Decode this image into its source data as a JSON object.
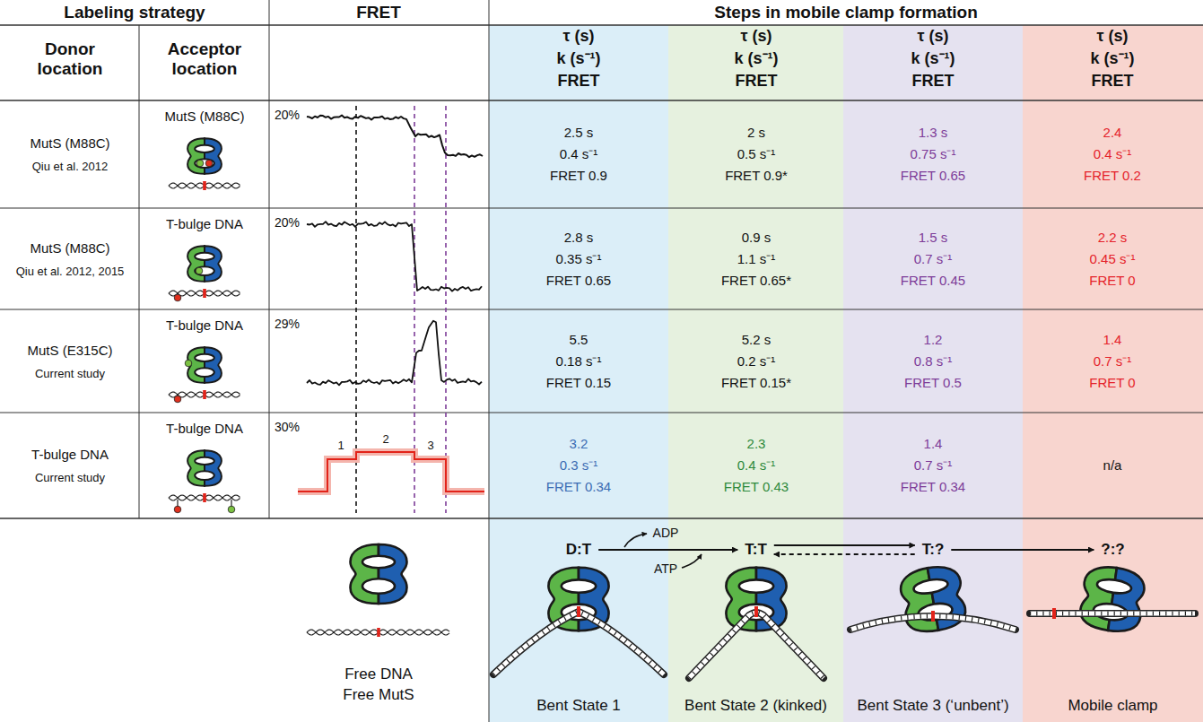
{
  "diagram": {
    "nodes": [
      {
        "text": [
          "Bent State 1"
        ]
      },
      {
        "text": [
          "D:T"
        ],
        "in": 0
      },
      {
        "text": [
          "Bent State 2 (kinked)"
        ]
      },
      {
        "text": [
          "T:T"
        ],
        "in": 2
      },
      {
        "text": [
          "Bent State 3 (‘unbent’)"
        ]
      },
      {
        "text": [
          "T:?"
        ],
        "in": 4
      },
      {
        "text": [
          "Mobile clamp"
        ]
      },
      {
        "text": [
          "?:?"
        ],
        "in": 6
      }
    ],
    "edges": [
      {
        "from": 1,
        "to": 3,
        "arrow": "to"
      },
      {
        "from": 3,
        "to": 5,
        "arrow": "to"
      },
      {
        "from": 5,
        "to": 3,
        "arrow": "to"
      },
      {
        "from": 5,
        "to": 7,
        "arrow": "to"
      }
    ],
    "labels": [
      "Labeling strategy",
      "FRET",
      "Steps in mobile clamp formation",
      "Donor location",
      "Acceptor location",
      "τ (s)",
      "k (s⁻¹)",
      "FRET",
      "τ (s)",
      "k (s⁻¹)",
      "FRET",
      "τ (s)",
      "k (s⁻¹)",
      "FRET",
      "τ (s)",
      "k (s⁻¹)",
      "FRET",
      "MutS (M88C)",
      "Qiu et al. 2012",
      "MutS (M88C)",
      "20%",
      "2.5 s",
      "0.4 s⁻¹",
      "FRET 0.9",
      "2 s",
      "0.5 s⁻¹",
      "FRET 0.9*",
      "1.3 s",
      "0.75 s⁻¹",
      "FRET 0.65",
      "2.4",
      "0.4 s⁻¹",
      "FRET 0.2",
      "MutS (M88C)",
      "Qiu et al. 2012, 2015",
      "T-bulge DNA",
      "20%",
      "2.8 s",
      "0.35 s⁻¹",
      "FRET 0.65",
      "0.9 s",
      "1.1 s⁻¹",
      "FRET 0.65*",
      "1.5 s",
      "0.7 s⁻¹",
      "FRET 0.45",
      "2.2 s",
      "0.45 s⁻¹",
      "FRET 0",
      "MutS (E315C)",
      "Current study",
      "T-bulge DNA",
      "29%",
      "5.5",
      "0.18 s⁻¹",
      "FRET 0.15",
      "5.2 s",
      "0.2 s⁻¹",
      "FRET 0.15*",
      "1.2",
      "0.8 s⁻¹",
      "FRET 0.5",
      "1.4",
      "0.7 s⁻¹",
      "FRET 0",
      "T-bulge DNA",
      "Current study",
      "T-bulge DNA",
      "30%",
      "1",
      "2",
      "3",
      "3.2",
      "0.3 s⁻¹",
      "FRET 0.34",
      "2.3",
      "0.4 s⁻¹",
      "FRET 0.43",
      "1.4",
      "0.7 s⁻¹",
      "FRET 0.34",
      "n/a",
      "ADP",
      "ATP",
      "Free DNA",
      "Free MutS"
    ]
  }
}
